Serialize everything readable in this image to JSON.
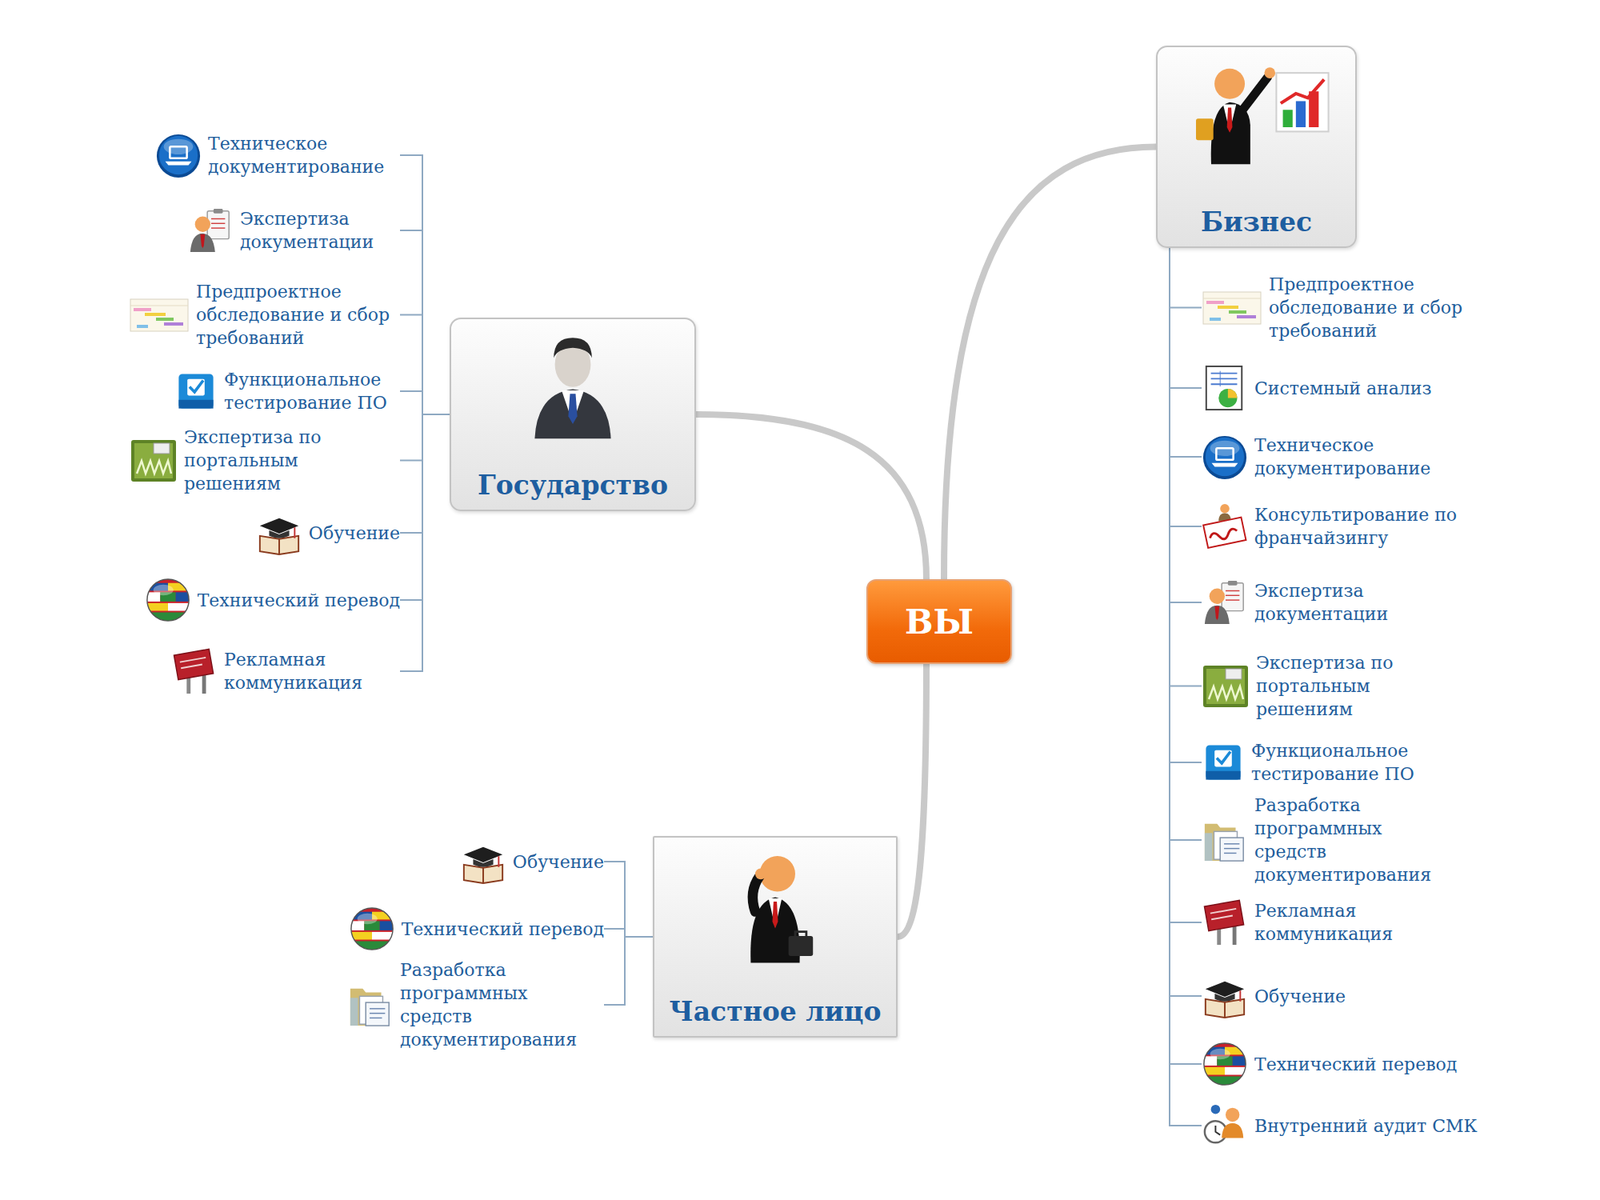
{
  "diagram": {
    "nodes": [
      {
        "text": [
          "ВЫ"
        ]
      },
      {
        "text": [
          "Государство"
        ]
      },
      {
        "text": [
          "Техническое документирование"
        ]
      },
      {
        "text": [
          "Экспертиза документации"
        ]
      },
      {
        "text": [
          "Предпроектное обследование и сбор требований"
        ]
      },
      {
        "text": [
          "Функциональное тестирование ПО"
        ]
      },
      {
        "text": [
          "Экспертиза по портальным решениям"
        ]
      },
      {
        "text": [
          "Обучение"
        ]
      },
      {
        "text": [
          "Технический перевод"
        ]
      },
      {
        "text": [
          "Рекламная коммуникация"
        ]
      },
      {
        "text": [
          "Бизнес"
        ]
      },
      {
        "text": [
          "Предпроектное обследование и сбор требований"
        ]
      },
      {
        "text": [
          "Системный анализ"
        ]
      },
      {
        "text": [
          "Техническое документирование"
        ]
      },
      {
        "text": [
          "Консультирование по франчайзингу"
        ]
      },
      {
        "text": [
          "Экспертиза документации"
        ]
      },
      {
        "text": [
          "Экспертиза по портальным решениям"
        ]
      },
      {
        "text": [
          "Функциональное тестирование ПО"
        ]
      },
      {
        "text": [
          "Разработка программных средств документирования"
        ]
      },
      {
        "text": [
          "Рекламная коммуникация"
        ]
      },
      {
        "text": [
          "Обучение"
        ]
      },
      {
        "text": [
          "Технический перевод"
        ]
      },
      {
        "text": [
          "Внутренний аудит СМК"
        ]
      },
      {
        "text": [
          "Частное лицо"
        ]
      },
      {
        "text": [
          "Обучение"
        ]
      },
      {
        "text": [
          "Технический перевод"
        ]
      },
      {
        "text": [
          "Разработка программных средств документирования"
        ]
      }
    ],
    "edges": [
      {
        "from": 0,
        "to": 1,
        "arrow": "none"
      },
      {
        "from": 1,
        "to": 2,
        "arrow": "none"
      },
      {
        "from": 1,
        "to": 3,
        "arrow": "none"
      },
      {
        "from": 1,
        "to": 4,
        "arrow": "none"
      },
      {
        "from": 1,
        "to": 5,
        "arrow": "none"
      },
      {
        "from": 1,
        "to": 6,
        "arrow": "none"
      },
      {
        "from": 1,
        "to": 7,
        "arrow": "none"
      },
      {
        "from": 1,
        "to": 8,
        "arrow": "none"
      },
      {
        "from": 1,
        "to": 9,
        "arrow": "none"
      },
      {
        "from": 0,
        "to": 10,
        "arrow": "none"
      },
      {
        "from": 10,
        "to": 11,
        "arrow": "none"
      },
      {
        "from": 10,
        "to": 12,
        "arrow": "none"
      },
      {
        "from": 10,
        "to": 13,
        "arrow": "none"
      },
      {
        "from": 10,
        "to": 14,
        "arrow": "none"
      },
      {
        "from": 10,
        "to": 15,
        "arrow": "none"
      },
      {
        "from": 10,
        "to": 16,
        "arrow": "none"
      },
      {
        "from": 10,
        "to": 17,
        "arrow": "none"
      },
      {
        "from": 10,
        "to": 18,
        "arrow": "none"
      },
      {
        "from": 10,
        "to": 19,
        "arrow": "none"
      },
      {
        "from": 10,
        "to": 20,
        "arrow": "none"
      },
      {
        "from": 10,
        "to": 21,
        "arrow": "none"
      },
      {
        "from": 10,
        "to": 22,
        "arrow": "none"
      },
      {
        "from": 0,
        "to": 23,
        "arrow": "none"
      },
      {
        "from": 23,
        "to": 24,
        "arrow": "none"
      },
      {
        "from": 23,
        "to": 25,
        "arrow": "none"
      },
      {
        "from": 23,
        "to": 26,
        "arrow": "none"
      }
    ]
  }
}
